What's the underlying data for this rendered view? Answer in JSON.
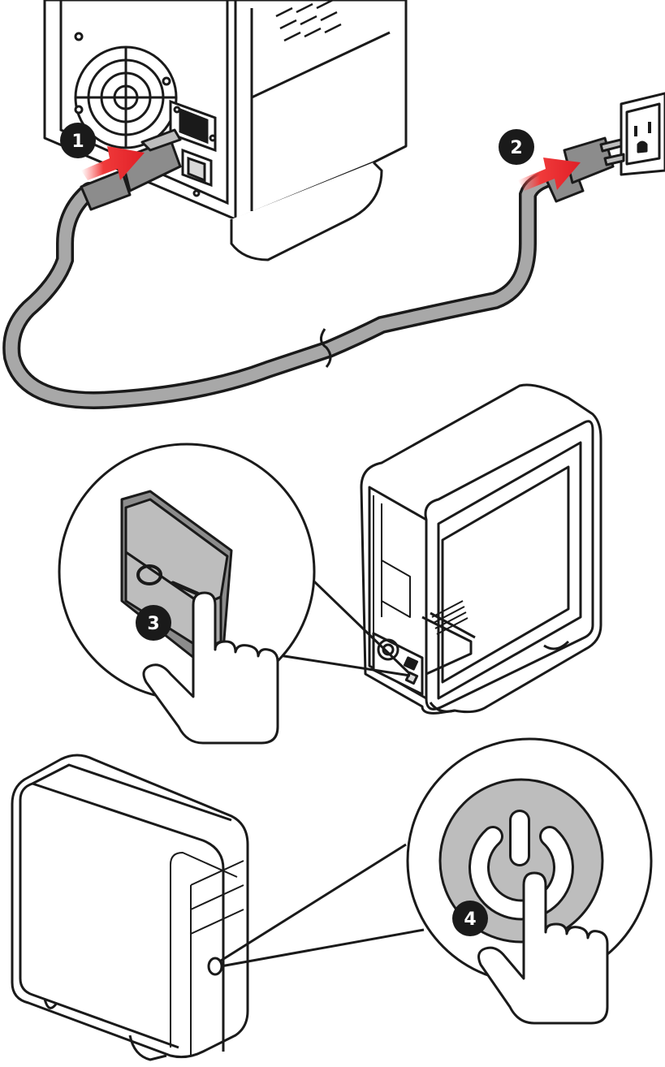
{
  "steps": [
    {
      "number": "1"
    },
    {
      "number": "2"
    },
    {
      "number": "3"
    },
    {
      "number": "4"
    }
  ],
  "switch_labels": {
    "off": "O",
    "on": "—"
  },
  "colors": {
    "line": "#1a1a1a",
    "cable": "#a8a8a8",
    "plug": "#8c8c8c",
    "panel": "#d9d9d9",
    "arrow": "#e8202a",
    "badge": "#1a1a1a",
    "button_face": "#bdbdbd"
  },
  "icons": [
    "arrow-icon",
    "power-icon",
    "hand-pointer-icon",
    "wall-outlet-icon",
    "rocker-switch-icon"
  ]
}
